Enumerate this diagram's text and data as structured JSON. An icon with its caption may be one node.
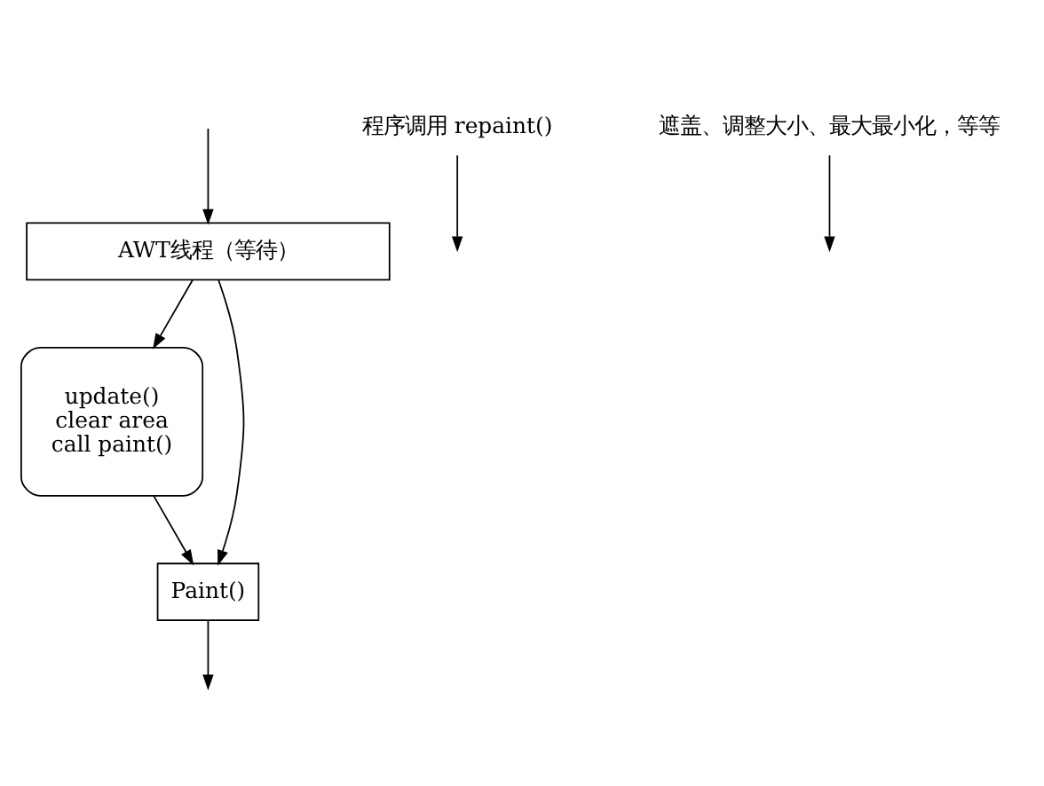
{
  "diagram": {
    "nodes": [
      {
        "text": [
          "AWT线程（等待）"
        ]
      },
      {
        "text": [
          "程序调用 repaint()"
        ]
      },
      {
        "text": [
          "update()",
          "clear area",
          "call paint()"
        ]
      },
      {
        "text": [
          "遮盖、调整大小、最大最小化，等等"
        ]
      },
      {
        "text": [
          "Paint()"
        ]
      }
    ],
    "edges": [
      {
        "from": null,
        "to": 0,
        "arrow": "to"
      },
      {
        "from": 0,
        "to": 2,
        "arrow": "to"
      },
      {
        "from": 0,
        "to": 4,
        "arrow": "to"
      },
      {
        "from": 1,
        "to": null,
        "arrow": "to"
      },
      {
        "from": 3,
        "to": null,
        "arrow": "to"
      },
      {
        "from": 2,
        "to": 4,
        "arrow": "to"
      },
      {
        "from": 4,
        "to": null,
        "arrow": "to"
      }
    ]
  }
}
